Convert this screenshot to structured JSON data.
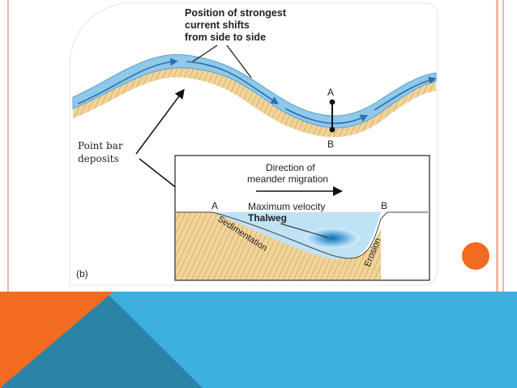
{
  "diagram": {
    "caption_top": [
      "Position of strongest",
      "current shifts",
      "from side to side"
    ],
    "point_a": "A",
    "point_b": "B",
    "point_bar_label": [
      "Point bar",
      "deposits"
    ],
    "inset": {
      "direction_label": [
        "Direction of",
        "meander migration"
      ],
      "bank_a": "A",
      "bank_b": "B",
      "max_velocity": "Maximum velocity",
      "thalweg": "Thalweg",
      "sedimentation": "Sedimentation",
      "erosion": "Erosion"
    },
    "panel_label": "(b)"
  },
  "colors": {
    "water": "#8fc8e8",
    "water_core": "#2a7fb8",
    "sediment": "#f2d49a",
    "stripe": "#c9a063",
    "orange": "#f26b21",
    "blue_band": "#3bb0dc",
    "dark_teal": "#2a84a8",
    "pink_border": "#f3b5a8",
    "bullet": "#f26b21"
  }
}
